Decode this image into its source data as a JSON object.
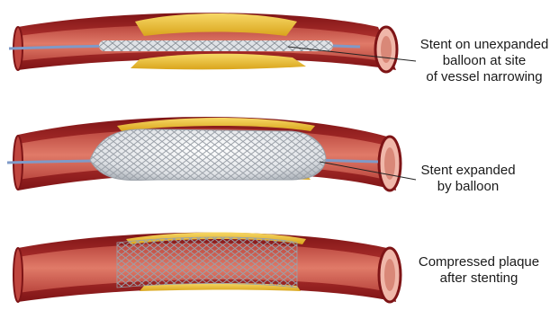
{
  "stages": [
    {
      "id": "unexpanded",
      "caption_lines": [
        "Stent on unexpanded",
        "balloon at site",
        "of vessel narrowing"
      ]
    },
    {
      "id": "expanded",
      "caption_lines": [
        "Stent expanded",
        "by balloon"
      ]
    },
    {
      "id": "after",
      "caption_lines": [
        "Compressed plaque",
        "after stenting"
      ]
    }
  ],
  "colors": {
    "vessel_wall": "#a8282a",
    "vessel_wall_outer": "#7e1416",
    "lumen": "#d25a4e",
    "plaque": "#f2c232",
    "stent": "#c9cdd2",
    "balloon": "#e6e8ea",
    "guidewire": "#7f9ac8"
  }
}
